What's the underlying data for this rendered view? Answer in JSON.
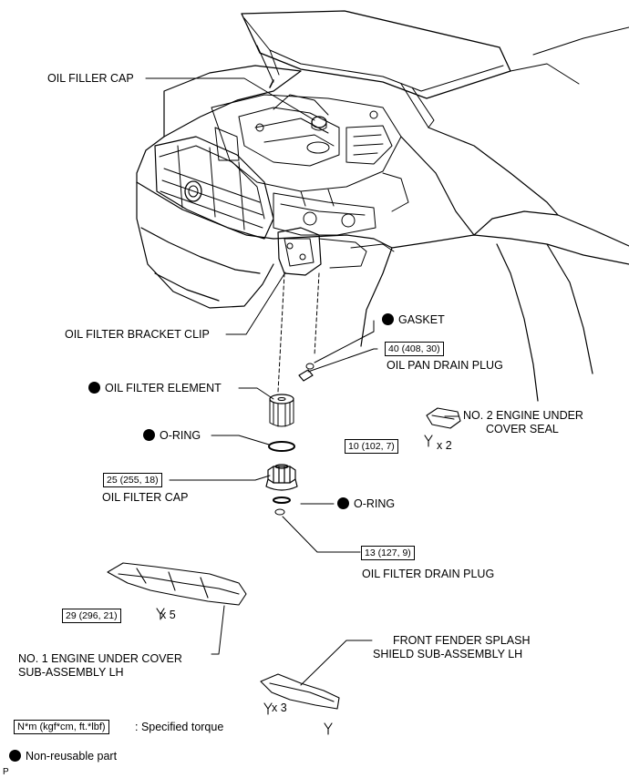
{
  "labels": {
    "oil_filler_cap": "OIL FILLER CAP",
    "oil_filter_bracket_clip": "OIL FILTER BRACKET CLIP",
    "gasket": "GASKET",
    "oil_pan_drain_plug": "OIL PAN DRAIN PLUG",
    "oil_filter_element": "OIL FILTER ELEMENT",
    "o_ring_1": "O-RING",
    "no2_under_cover_seal_line1": "NO. 2 ENGINE UNDER",
    "no2_under_cover_seal_line2": "COVER SEAL",
    "oil_filter_cap": "OIL FILTER CAP",
    "o_ring_2": "O-RING",
    "oil_filter_drain_plug": "OIL FILTER DRAIN PLUG",
    "no1_under_cover_line1": "NO. 1 ENGINE UNDER COVER",
    "no1_under_cover_line2": "SUB-ASSEMBLY LH",
    "front_fender_line1": "FRONT FENDER SPLASH",
    "front_fender_line2": "SHIELD SUB-ASSEMBLY LH"
  },
  "torques": {
    "oil_pan_drain_plug": "40 (408, 30)",
    "no2_seal": "10 (102, 7)",
    "oil_filter_cap": "25 (255, 18)",
    "oil_filter_drain_plug": "13 (127, 9)",
    "no1_under_cover": "29 (296, 21)"
  },
  "quantities": {
    "no2_seal": "x 2",
    "no1_under_cover": "x 5",
    "front_fender": "x 3"
  },
  "legend": {
    "torque_unit": "N*m (kgf*cm, ft.*lbf)",
    "torque_text": ": Specified torque",
    "nonreusable_text": "Non-reusable part"
  },
  "footer_code": "P"
}
